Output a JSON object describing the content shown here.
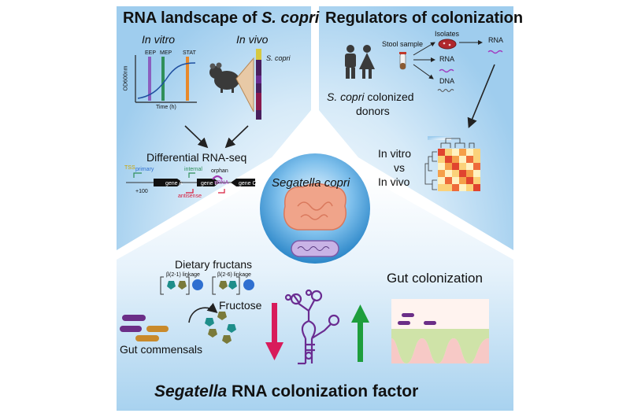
{
  "panels": {
    "rna_landscape": {
      "title_prefix": "RNA landscape of ",
      "title_italic": "S. copri",
      "in_vitro": "In vitro",
      "in_vivo": "In vivo",
      "phase_labels": [
        "EEP",
        "MEP",
        "STAT"
      ],
      "y_axis": "OD600nm",
      "x_axis": "Time (h)",
      "species_tag": "S. copri",
      "diff_seq": "Differential RNA-seq",
      "seq_labels": {
        "primary": "primary",
        "tss": "TSS",
        "internal": "internal",
        "orphan": "orphan",
        "antisense": "antisense",
        "gene_a": "gene A",
        "gene_b": "gene B",
        "gene_c": "gene C",
        "sRNA": "sRNA",
        "orf": "+100"
      }
    },
    "regulators": {
      "title": "Regulators of colonization",
      "stool": "Stool sample",
      "isolates": "Isolates",
      "rna_right": "RNA",
      "rna_mid": "RNA",
      "dna": "DNA",
      "donors_italic": "S. copri",
      "donors_rest": " colonized",
      "donors_line2": "donors",
      "comparison": [
        "In vitro",
        "vs",
        "In vivo"
      ]
    },
    "center": {
      "label": "Segatella copri"
    },
    "bottom": {
      "fructans": "Dietary fructans",
      "linkage1": "β(2-1) linkage",
      "linkage2": "β(2-6) linkage",
      "fructose": "Fructose",
      "commensals": "Gut commensals",
      "colonization": "Gut colonization",
      "footer_italic": "Segatella",
      "footer_rest": " RNA colonization factor"
    }
  },
  "colors": {
    "panel_blue": "#9fcdee",
    "panel_light": "#e9f4fc",
    "arrow_down": "#d81b5b",
    "arrow_up": "#1e9e3c",
    "srna_purple": "#6a2c91",
    "commensal_purple": "#6b2e87",
    "commensal_orange": "#c98a2b",
    "fructose_teal": "#1e8e8a",
    "fructose_olive": "#7a7a3a",
    "tissue_green": "#cfe3a8",
    "tissue_pink": "#f7c9c6",
    "phase_eep": "#8b5fbf",
    "phase_mep": "#2f8f5a",
    "phase_stat": "#e8892b"
  },
  "icons": {
    "donors": "people-icon",
    "stool": "tube-icon",
    "isolates": "petri-dish-icon",
    "mouse": "mouse-icon",
    "colon": "intestine-icon",
    "heatmap": "heatmap-icon"
  }
}
